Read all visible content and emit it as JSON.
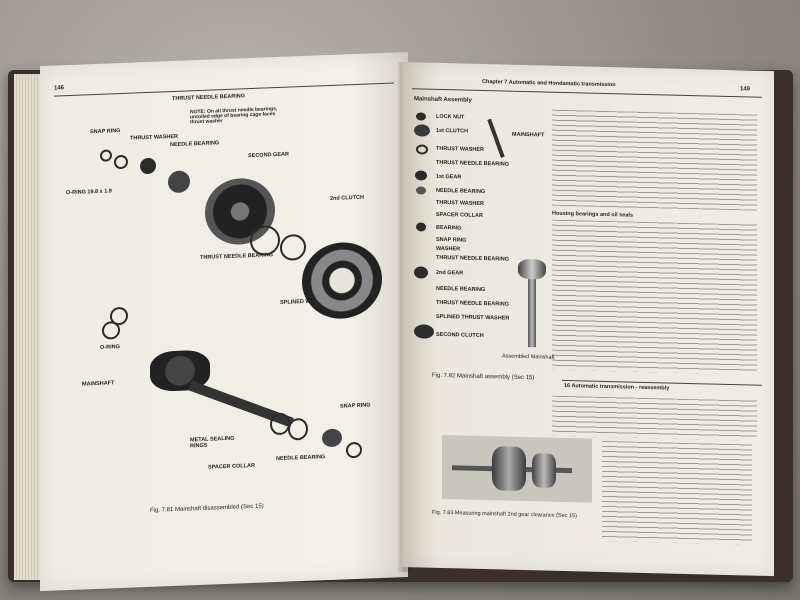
{
  "left_page": {
    "page_number": "146",
    "callout_note": "NOTE: On all thrust needle bearings, unrolled edge of bearing cage faces thrust washer",
    "labels": [
      "THRUST NEEDLE BEARING",
      "SNAP RING",
      "THRUST WASHER",
      "NEEDLE BEARING",
      "SECOND GEAR",
      "O-RING 19.8 x 1.9",
      "2nd CLUTCH",
      "THRUST NEEDLE BEARING",
      "SPLINED WASHER",
      "O-RING",
      "MAINSHAFT",
      "SNAP RING",
      "METAL SEALING RINGS",
      "SPACER COLLAR",
      "NEEDLE BEARING"
    ],
    "figure_caption": "Fig. 7.81 Mainshaft disassembled (Sec 15)"
  },
  "right_page": {
    "header": "Chapter 7 Automatic and Hondamatic transmission",
    "page_number": "149",
    "section_label": "Mainshaft Assembly",
    "labels": [
      "LOCK NUT",
      "1st CLUTCH",
      "MAINSHAFT",
      "THRUST WASHER",
      "THRUST NEEDLE BEARING",
      "1st GEAR",
      "NEEDLE BEARING",
      "THRUST WASHER",
      "SPACER COLLAR",
      "BEARING",
      "SNAP RING",
      "WASHER",
      "THRUST NEEDLE BEARING",
      "2nd GEAR",
      "NEEDLE BEARING",
      "THRUST NEEDLE BEARING",
      "SPLINED THRUST WASHER",
      "SECOND CLUTCH",
      "Assembled Mainshaft"
    ],
    "fig82_caption": "Fig. 7.82 Mainshaft assembly (Sec 15)",
    "subheading_housing": "Housing bearings and oil seals",
    "subheading_reassembly": "16 Automatic transmission - reassembly",
    "fig83_caption": "Fig. 7.83 Measuring mainshaft 2nd gear clearance (Sec 15)"
  }
}
